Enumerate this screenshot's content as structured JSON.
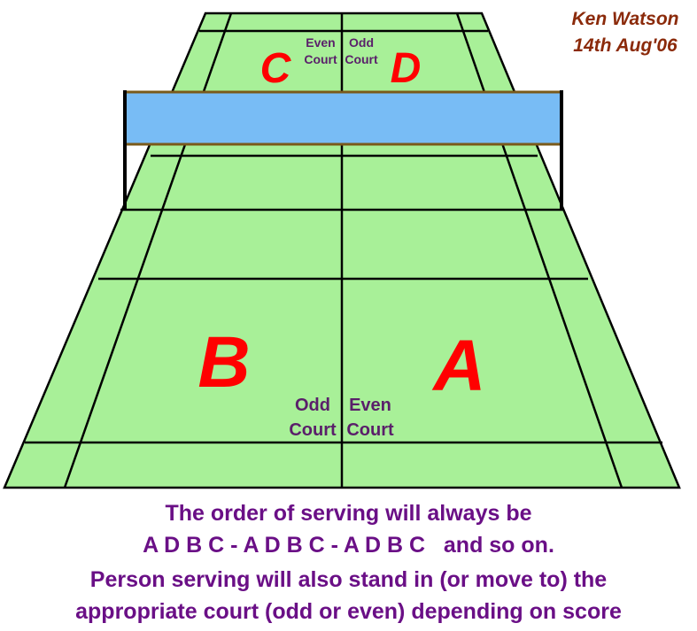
{
  "author": {
    "name": "Ken Watson",
    "date": "14th Aug'06"
  },
  "players": {
    "a": "A",
    "b": "B",
    "c": "C",
    "d": "D"
  },
  "court_labels": {
    "far_left_line1": "Even",
    "far_left_line2": "Court",
    "far_right_line1": "Odd",
    "far_right_line2": "Court",
    "near_left_line1": "Odd",
    "near_left_line2": "Court",
    "near_right_line1": "Even",
    "near_right_line2": "Court"
  },
  "caption": [
    "The order of serving will always be",
    "A D B C - A D B C - A D B C   and so on.",
    "Person serving will also stand in (or move to) the",
    "appropriate court (odd or even) depending on score"
  ],
  "colors": {
    "court_fill": "#a8f098",
    "net_fill": "#78bcf5",
    "line": "#000000",
    "net_edge": "#7a5a1a",
    "player_letter": "#ff0000",
    "court_label": "#5a1f6a",
    "caption": "#6a0f86",
    "author": "#8b2a0a"
  }
}
